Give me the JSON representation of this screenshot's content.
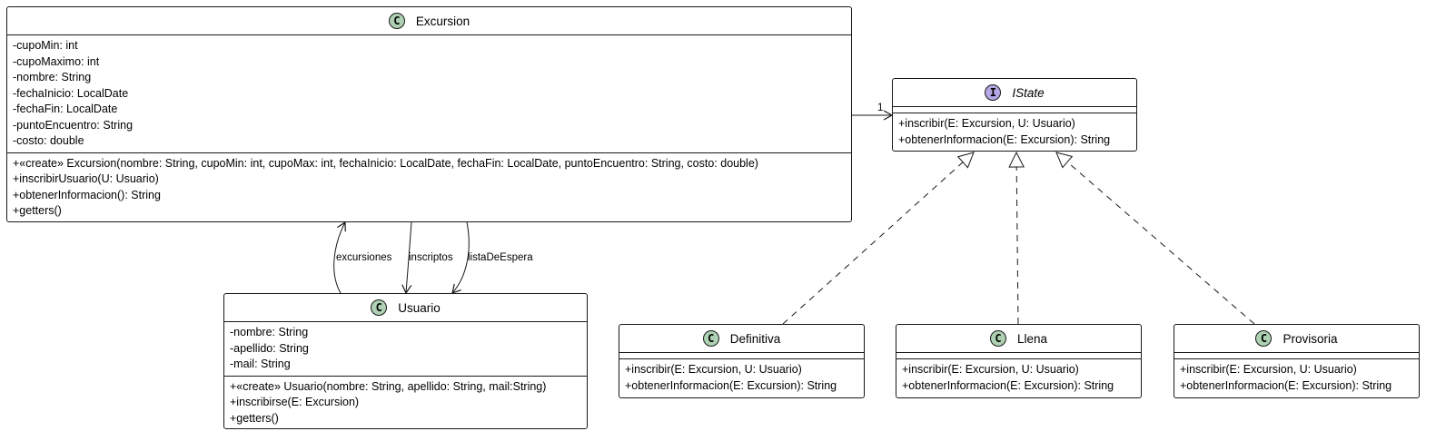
{
  "classes": {
    "excursion": {
      "badge": "C",
      "badge_color": "#ADD1B2",
      "name": "Excursion",
      "attributes": [
        "-cupoMin: int",
        "-cupoMaximo: int",
        "-nombre: String",
        "-fechaInicio: LocalDate",
        "-fechaFin: LocalDate",
        "-puntoEncuentro: String",
        "-costo: double"
      ],
      "methods": [
        "+«create» Excursion(nombre: String, cupoMin: int, cupoMax: int, fechaInicio: LocalDate, fechaFin: LocalDate, puntoEncuentro: String, costo: double)",
        "+inscribirUsuario(U: Usuario)",
        "+obtenerInformacion(): String",
        "+getters()"
      ]
    },
    "usuario": {
      "badge": "C",
      "badge_color": "#ADD1B2",
      "name": "Usuario",
      "attributes": [
        "-nombre: String",
        "-apellido: String",
        "-mail: String"
      ],
      "methods": [
        "+«create» Usuario(nombre: String, apellido: String, mail:String)",
        "+inscribirse(E: Excursion)",
        "+getters()"
      ]
    },
    "istate": {
      "badge": "I",
      "badge_color": "#B4A7E5",
      "name": "IState",
      "methods": [
        "+inscribir(E: Excursion, U: Usuario)",
        "+obtenerInformacion(E: Excursion): String"
      ]
    },
    "definitiva": {
      "badge": "C",
      "badge_color": "#ADD1B2",
      "name": "Definitiva",
      "methods": [
        "+inscribir(E: Excursion, U: Usuario)",
        "+obtenerInformacion(E: Excursion): String"
      ]
    },
    "llena": {
      "badge": "C",
      "badge_color": "#ADD1B2",
      "name": "Llena",
      "methods": [
        "+inscribir(E: Excursion, U: Usuario)",
        "+obtenerInformacion(E: Excursion): String"
      ]
    },
    "provisoria": {
      "badge": "C",
      "badge_color": "#ADD1B2",
      "name": "Provisoria",
      "methods": [
        "+inscribir(E: Excursion, U: Usuario)",
        "+obtenerInformacion(E: Excursion): String"
      ]
    }
  },
  "relations": {
    "excursiones": "excursiones",
    "inscriptos": "inscriptos",
    "listaDeEspera": "listaDeEspera",
    "state_multiplicity": "1"
  }
}
